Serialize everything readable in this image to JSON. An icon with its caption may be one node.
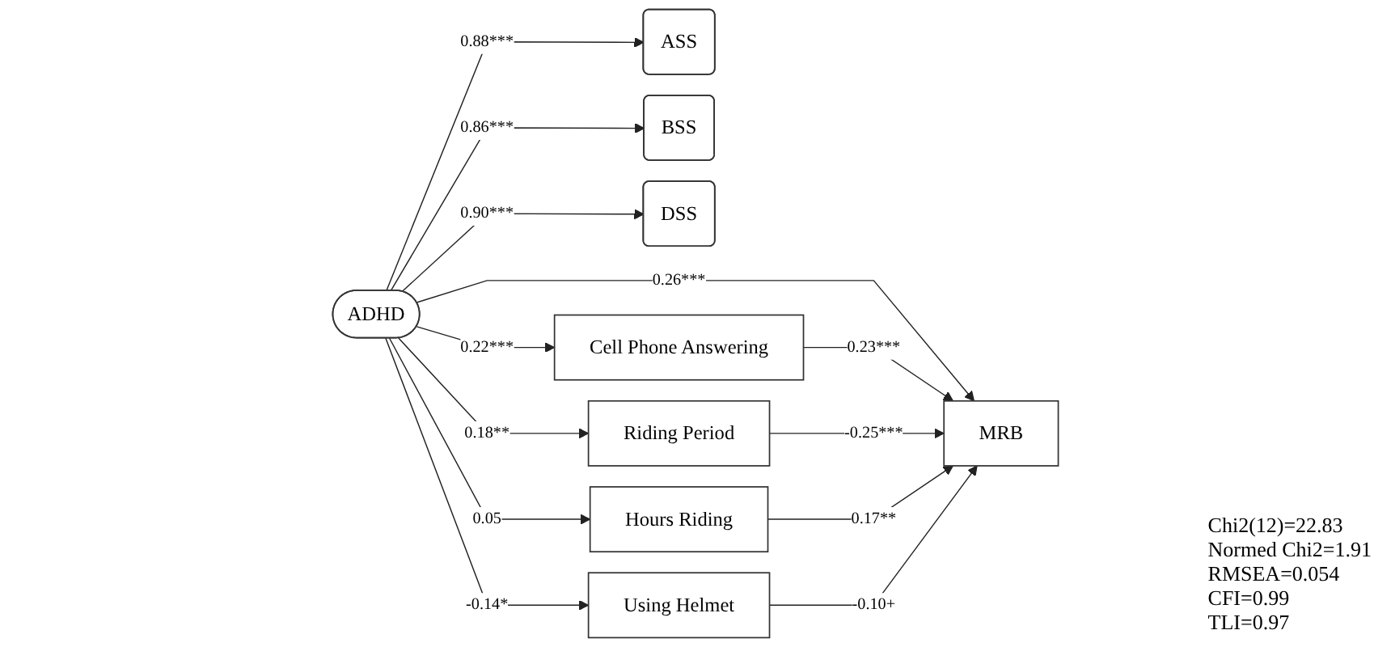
{
  "diagram": {
    "nodes": [
      {
        "text": [
          "ASS"
        ]
      },
      {
        "text": [
          "BSS"
        ]
      },
      {
        "text": [
          "DSS"
        ]
      },
      {
        "text": [
          "ADHD"
        ]
      },
      {
        "text": [
          "Cell Phone Answering"
        ]
      },
      {
        "text": [
          "Riding Period"
        ]
      },
      {
        "text": [
          "Hours Riding"
        ]
      },
      {
        "text": [
          "Using Helmet"
        ]
      },
      {
        "text": [
          "MRB"
        ]
      }
    ],
    "edges": [
      {
        "from": 3,
        "to": 0,
        "arrow": "to",
        "label": "0.88***"
      },
      {
        "from": 3,
        "to": 1,
        "arrow": "to",
        "label": "0.86***"
      },
      {
        "from": 3,
        "to": 2,
        "arrow": "to",
        "label": "0.90***"
      },
      {
        "from": 3,
        "to": 4,
        "arrow": "to",
        "label": "0.22***"
      },
      {
        "from": 3,
        "to": 5,
        "arrow": "to",
        "label": "0.18**"
      },
      {
        "from": 3,
        "to": 8,
        "arrow": "to",
        "label": "0.26***"
      },
      {
        "from": 3,
        "to": 6,
        "arrow": "to",
        "label": "0.05"
      },
      {
        "from": 3,
        "to": 7,
        "arrow": "to",
        "label": "-0.14*"
      },
      {
        "from": 4,
        "to": 8,
        "arrow": "to",
        "label": "0.23***"
      },
      {
        "from": 5,
        "to": 8,
        "arrow": "to",
        "label": "-0.25***"
      },
      {
        "from": 6,
        "to": 8,
        "arrow": "to",
        "label": "0.17**"
      },
      {
        "from": 7,
        "to": 8,
        "arrow": "to",
        "label": "-0.10+"
      }
    ],
    "labels": [
      "Chi2(12)=22.83",
      "Normed Chi2=1.91",
      "RMSEA=0.054",
      "CFI=0.99",
      "TLI=0.97"
    ]
  }
}
